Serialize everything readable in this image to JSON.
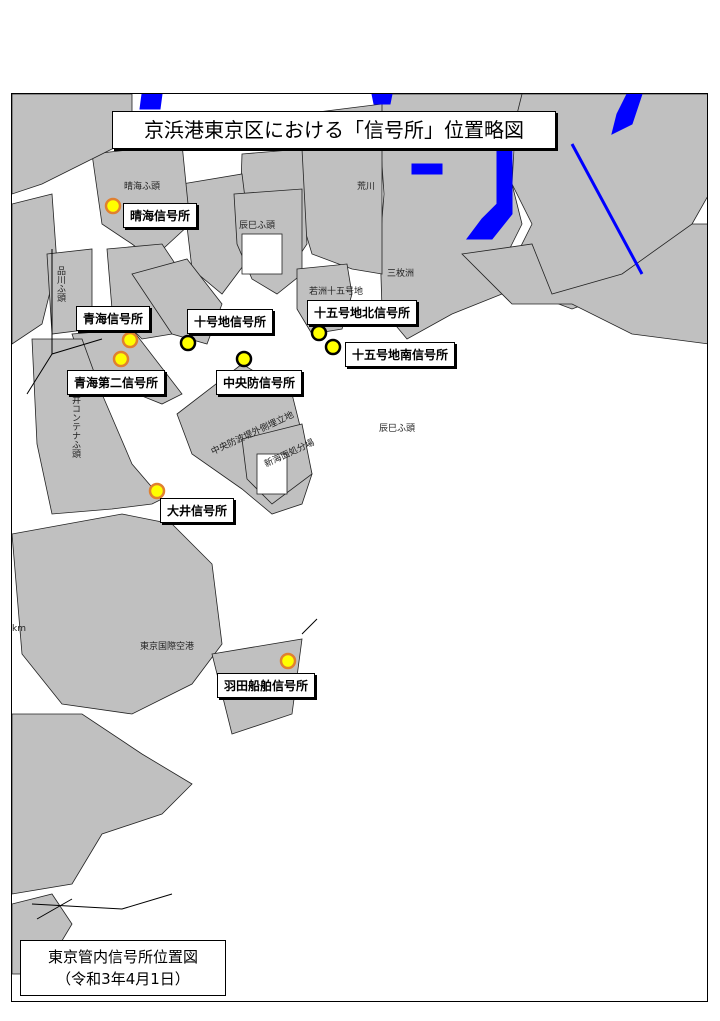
{
  "title": "京浜港東京区における「信号所」位置略図",
  "legend": {
    "line1": "東京管内信号所位置図",
    "line2": "（令和3年4月1日）"
  },
  "stations": [
    {
      "label": "晴海信号所",
      "type": "yellow-orange"
    },
    {
      "label": "青海信号所",
      "type": "yellow-orange"
    },
    {
      "label": "青海第二信号所",
      "type": "yellow-orange"
    },
    {
      "label": "十号地信号所",
      "type": "yellow-black"
    },
    {
      "label": "中央防信号所",
      "type": "yellow-black"
    },
    {
      "label": "十五号地北信号所",
      "type": "yellow-black"
    },
    {
      "label": "十五号地南信号所",
      "type": "yellow-black"
    },
    {
      "label": "大井信号所",
      "type": "yellow-orange"
    },
    {
      "label": "羽田船舶信号所",
      "type": "yellow-orange"
    }
  ],
  "places": {
    "harumi_pier": "晴海ふ頭",
    "tatsumi_pier": "辰巳ふ頭",
    "arakawa": "荒川",
    "sanmaibasu": "三枚洲",
    "shinagawa_pier": "品川ふ頭",
    "jugo_gochi": "若洲十五号地",
    "tatsumi_pier2": "辰巳ふ頭",
    "oi_container": "大井コンテナふ頭",
    "chuo_bohatei": "中央防波堤外側埋立地",
    "shin_kaimen": "新海面処分場",
    "haneda": "東京国際空港",
    "km": "km"
  },
  "colors": {
    "land": "#c0c0c0",
    "water": "#ffffff",
    "river": "#0000ff",
    "marker_fill": "#ffff00",
    "marker_orange_ring": "#e08030",
    "marker_black_ring": "#000000"
  }
}
